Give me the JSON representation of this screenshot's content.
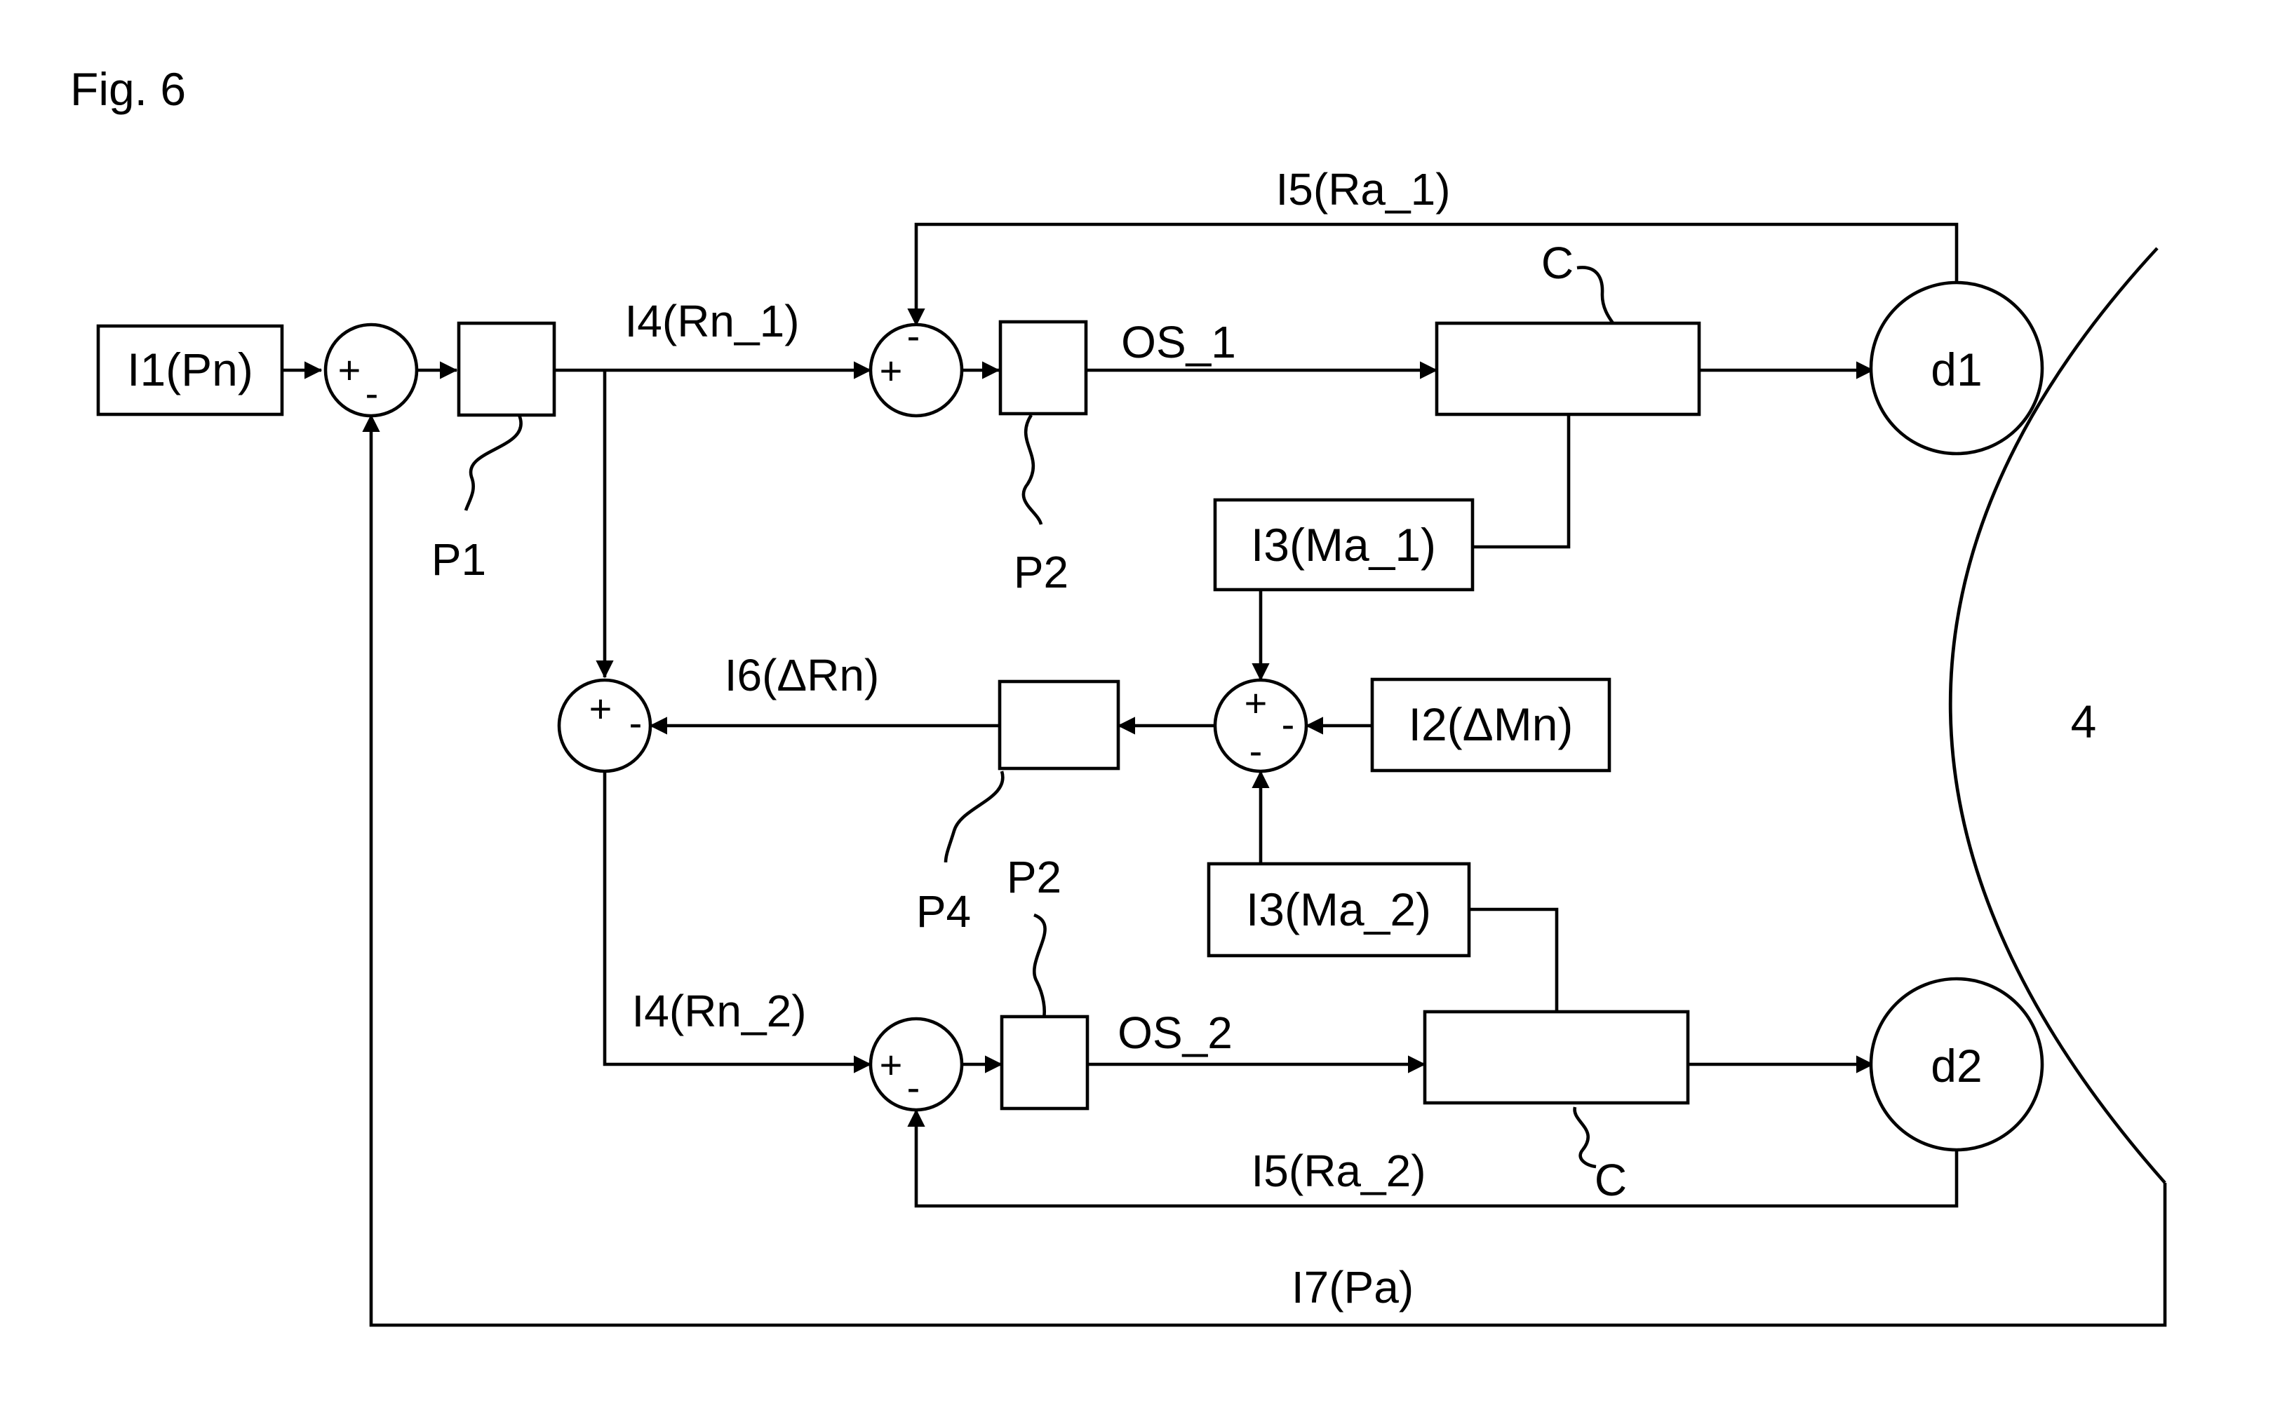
{
  "figure": {
    "title": "Fig. 6"
  },
  "blocks": {
    "i1": "I1(Pn)",
    "i3_1": "I3(Ma_1)",
    "i2": "I2(ΔMn)",
    "i3_2": "I3(Ma_2)",
    "d1": "d1",
    "d2": "d2",
    "body": "4"
  },
  "signals": {
    "i4_1": "I4(Rn_1)",
    "i4_2": "I4(Rn_2)",
    "i5_1": "I5(Ra_1)",
    "i5_2": "I5(Ra_2)",
    "i6": "I6(ΔRn)",
    "i7": "I7(Pa)",
    "os1": "OS_1",
    "os2": "OS_2"
  },
  "callouts": {
    "p1": "P1",
    "p2_top": "P2",
    "p2_bottom": "P2",
    "p4": "P4",
    "c_top": "C",
    "c_bottom": "C"
  },
  "signs": {
    "plus": "+",
    "minus": "-"
  }
}
